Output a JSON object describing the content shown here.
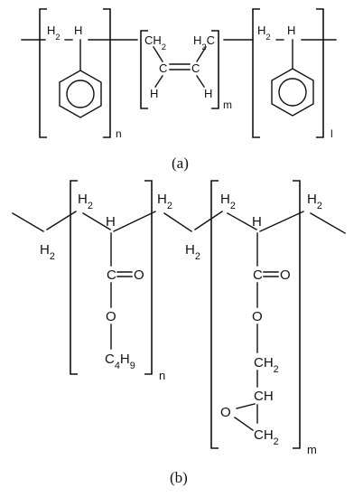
{
  "panel_a": {
    "caption": "(a)",
    "styrene_left": {
      "ch2": "H2",
      "ch": "H"
    },
    "butadiene": {
      "ch2_left": "CH2",
      "ch2_right": "H2C",
      "c_left": "C",
      "c_right": "C",
      "h_left": "H",
      "h_right": "H"
    },
    "styrene_right": {
      "ch2": "H2",
      "ch": "H"
    },
    "repeat_n": "n",
    "repeat_m": "m",
    "repeat_l": "l"
  },
  "panel_b": {
    "caption": "(b)",
    "end_left_h2": "H2",
    "ba_unit": {
      "ch2": "H2",
      "ch": "H",
      "carbonyl_c": "C",
      "carbonyl_o": "O",
      "ester_o": "O",
      "butyl": "C4H9"
    },
    "link_top_h2": "H2",
    "link_bottom_h2": "H2",
    "gma_unit": {
      "ch2": "H2",
      "ch": "H",
      "carbonyl_c": "C",
      "carbonyl_o": "O",
      "ester_o": "O",
      "ch2_a": "CH2",
      "ch_ring": "CH",
      "o_ring": "O",
      "ch2_ring": "CH2"
    },
    "end_right_h2": "H2",
    "repeat_n": "n",
    "repeat_m": "m"
  }
}
